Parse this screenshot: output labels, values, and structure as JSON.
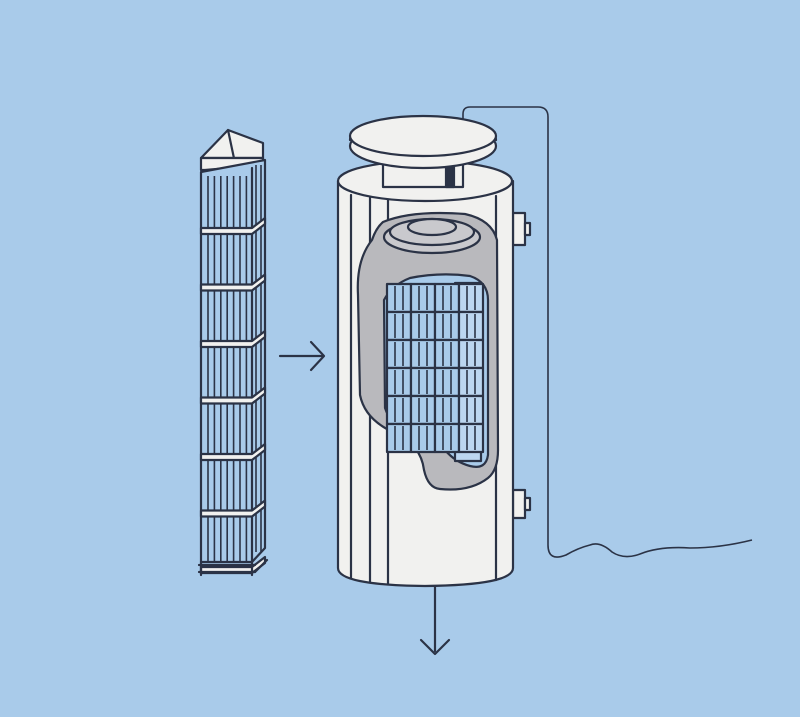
{
  "colors": {
    "background": "#a9cbea",
    "outline": "#2b3346",
    "shell": "#f1f1ef",
    "cutaway": "#b9b9bd",
    "insulation": "#c9c9cd",
    "core_light": "#bcd6f0"
  },
  "components": {
    "left_module": "module-stack",
    "flow_in": "right-arrow",
    "tank": "cylindrical-vessel",
    "flow_out": "down-arrow",
    "connection": "cable"
  },
  "left_module_bands": 7,
  "core_grid": {
    "rows": 6,
    "cols": 4
  }
}
